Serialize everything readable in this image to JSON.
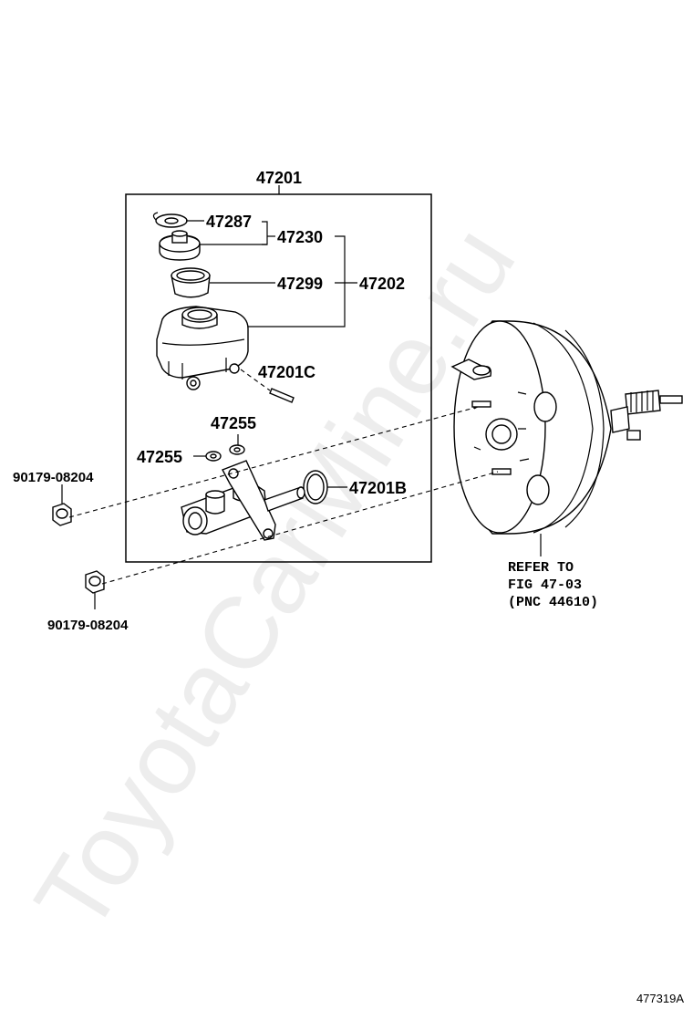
{
  "diagram": {
    "assembly_label": "47201",
    "parts": {
      "p47287": "47287",
      "p47230": "47230",
      "p47299": "47299",
      "p47202": "47202",
      "p47201c": "47201C",
      "p47255_top": "47255",
      "p47255_left": "47255",
      "p47201b": "47201B",
      "nut_top": "90179-08204",
      "nut_bottom": "90179-08204"
    },
    "refer": {
      "line1": "REFER TO",
      "line2": "FIG 47-03",
      "line3": "(PNC 44610)"
    },
    "figure_id": "477319A"
  },
  "watermark": "ToyotaCarMine.ru"
}
